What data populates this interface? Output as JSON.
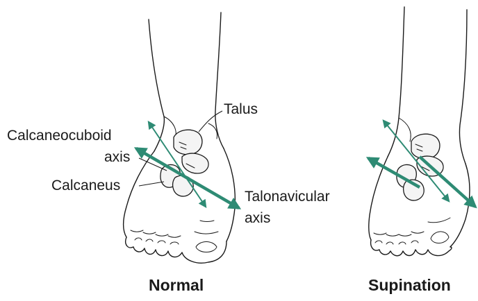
{
  "labels": {
    "talus": "Talus",
    "calcaneocuboid_line1": "Calcaneocuboid",
    "calcaneocuboid_line2": "axis",
    "calcaneus": "Calcaneus",
    "talonavicular_line1": "Talonavicular",
    "talonavicular_line2": "axis"
  },
  "captions": {
    "left": "Normal",
    "right": "Supination"
  },
  "colors": {
    "axis_arrow": "#2e8b74",
    "line_art": "#1a1a1a",
    "background": "#ffffff"
  }
}
